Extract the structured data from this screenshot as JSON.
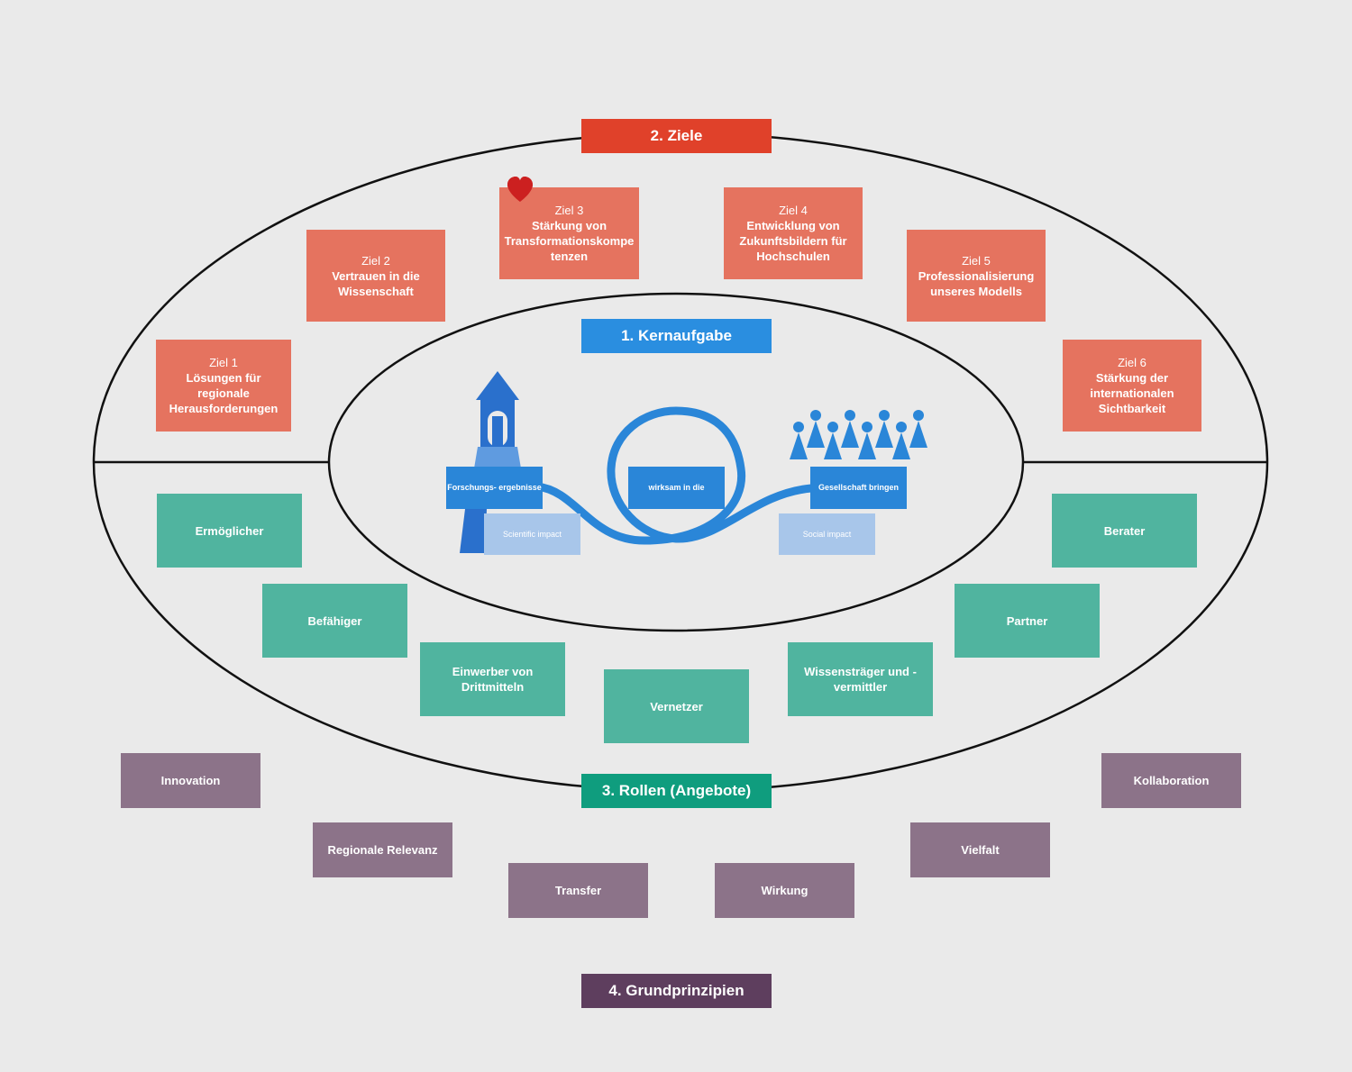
{
  "colors": {
    "ziele_header": "#e0412a",
    "kernaufgabe_header": "#2a8ee0",
    "rollen_header": "#0f9d7e",
    "grundprinzipien_header": "#5e3e5e",
    "ziel_box": "#e5735f",
    "rolle_box": "#50b49f",
    "prinzip_box": "#8c7389",
    "illustration_blue": "#2a86d8",
    "illustration_light": "#a8c6ea"
  },
  "headers": {
    "ziele": "2. Ziele",
    "kernaufgabe": "1. Kernaufgabe",
    "rollen": "3. Rollen (Angebote)",
    "grundprinzipien": "4. Grundprinzipien"
  },
  "ziele": [
    {
      "num": "Ziel 1",
      "title": "Lösungen für regionale Herausforderungen"
    },
    {
      "num": "Ziel 2",
      "title": "Vertrauen in die Wissenschaft"
    },
    {
      "num": "Ziel 3",
      "title": "Stärkung von Transformationskompe tenzen"
    },
    {
      "num": "Ziel 4",
      "title": "Entwicklung von Zukunftsbildern für Hochschulen"
    },
    {
      "num": "Ziel 5",
      "title": "Professionalisierung unseres Modells"
    },
    {
      "num": "Ziel 6",
      "title": "Stärkung der internationalen Sichtbarkeit"
    }
  ],
  "kernaufgabe": {
    "forschung": "Forschungs- ergebnisse",
    "wirksam": "wirksam in die",
    "gesellschaft": "Gesellschaft bringen",
    "scientific": "Scientific impact",
    "social": "Social impact"
  },
  "rollen": [
    "Ermöglicher",
    "Befähiger",
    "Einwerber von Drittmitteln",
    "Vernetzer",
    "Wissensträger und - vermittler",
    "Partner",
    "Berater"
  ],
  "prinzipien": [
    "Innovation",
    "Regionale Relevanz",
    "Transfer",
    "Wirkung",
    "Vielfalt",
    "Kollaboration"
  ],
  "icons": {
    "heart": "heart-icon",
    "tower": "tower-icon",
    "people": "people-icon"
  }
}
